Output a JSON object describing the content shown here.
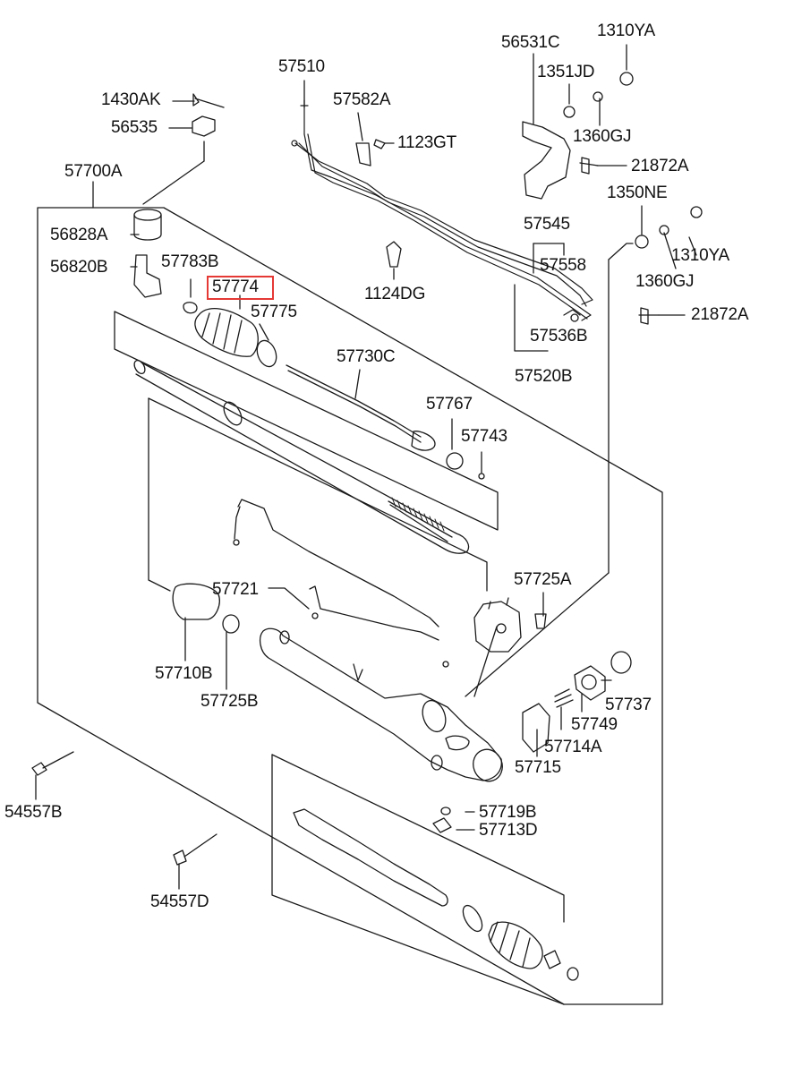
{
  "colors": {
    "ink": "#111111",
    "line": "#1a1a1a",
    "highlight": "#e53935",
    "background": "#ffffff"
  },
  "labels": {
    "p1310YA_top": "1310YA",
    "p56531C": "56531C",
    "p57510": "57510",
    "p1351JD": "1351JD",
    "p1430AK": "1430AK",
    "p57582A": "57582A",
    "p56535": "56535",
    "p1360GJ_top": "1360GJ",
    "p1123GT": "1123GT",
    "p57700A": "57700A",
    "p21872A_top": "21872A",
    "p1350NE": "1350NE",
    "p57545": "57545",
    "p56828A": "56828A",
    "p1310YA_mid": "1310YA",
    "p57558": "57558",
    "p56820B": "56820B",
    "p57783B": "57783B",
    "p1124DG": "1124DG",
    "p1360GJ_mid": "1360GJ",
    "p57774": "57774",
    "p57775": "57775",
    "p21872A_mid": "21872A",
    "p57536B": "57536B",
    "p57730C": "57730C",
    "p57520B": "57520B",
    "p57767": "57767",
    "p57743": "57743",
    "p57725A": "57725A",
    "p57721": "57721",
    "p57737": "57737",
    "p57710B": "57710B",
    "p57725B": "57725B",
    "p57749": "57749",
    "p57714A": "57714A",
    "p57715": "57715",
    "p54557B": "54557B",
    "p57719B": "57719B",
    "p57713D": "57713D",
    "p54557D": "54557D"
  }
}
